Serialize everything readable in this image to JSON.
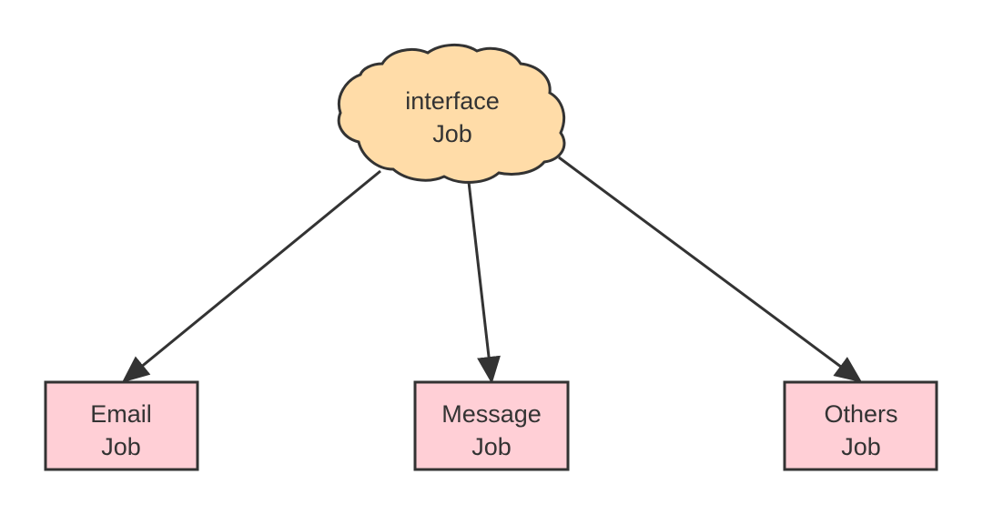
{
  "diagram": {
    "root": {
      "line1": "interface",
      "line2": "Job",
      "shape": "cloud",
      "fill": "#ffdca8"
    },
    "children": [
      {
        "line1": "Email",
        "line2": "Job",
        "shape": "rectangle",
        "fill": "#ffcfd6"
      },
      {
        "line1": "Message",
        "line2": "Job",
        "shape": "rectangle",
        "fill": "#ffcfd6"
      },
      {
        "line1": "Others",
        "line2": "Job",
        "shape": "rectangle",
        "fill": "#ffcfd6"
      }
    ],
    "edges": [
      {
        "from": "interface Job",
        "to": "Email Job"
      },
      {
        "from": "interface Job",
        "to": "Message Job"
      },
      {
        "from": "interface Job",
        "to": "Others Job"
      }
    ],
    "colors": {
      "stroke": "#333333",
      "text": "#333333"
    }
  }
}
